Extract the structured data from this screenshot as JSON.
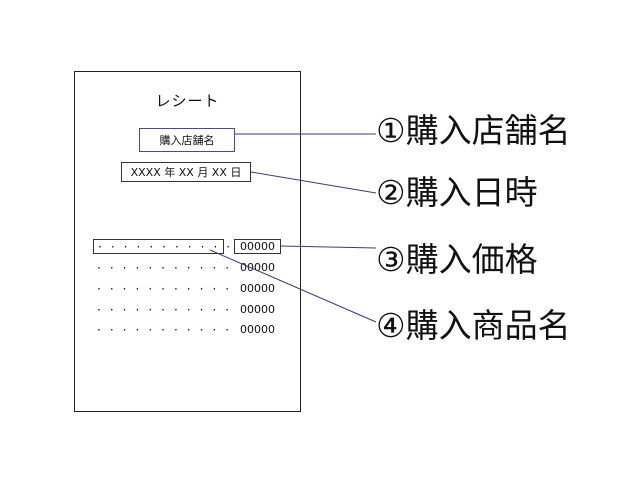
{
  "receipt": {
    "title": "レシート",
    "store_name_box": "購入店舗名",
    "datetime_box": "XXXX 年 XX 月 XX 日",
    "item_dots": "· · · · · · · · · · ·",
    "prices": [
      "00000",
      "00000",
      "00000",
      "00000",
      "00000"
    ]
  },
  "callouts": [
    {
      "label": "①購入店舗名"
    },
    {
      "label": "②購入日時"
    },
    {
      "label": "③購入価格"
    },
    {
      "label": "④購入商品名"
    }
  ],
  "colors": {
    "leader_line": "#3a3a7a",
    "box_accent": "#4a4a8a"
  }
}
